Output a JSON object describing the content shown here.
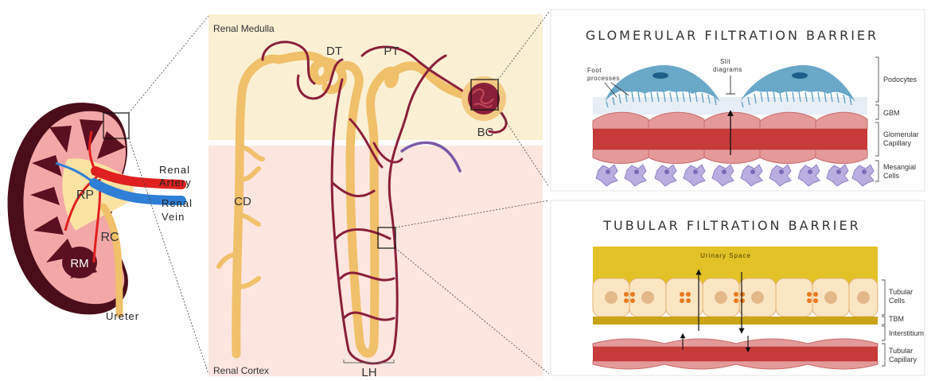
{
  "kidney": {
    "labels": {
      "rp": "RP",
      "rc": "RC",
      "rm": "RM",
      "renal_artery_1": "Renal",
      "renal_artery_2": "Artery",
      "renal_vein_1": "Renal",
      "renal_vein_2": "Vein",
      "ureter": "Ureter"
    }
  },
  "nephron": {
    "region_top": "Renal Medulla",
    "region_bottom": "Renal Cortex",
    "labels": {
      "dt": "DT",
      "pt": "PT",
      "bc": "BC",
      "cd": "CD",
      "lh": "LH"
    }
  },
  "glomerular": {
    "title": "GLOMERULAR FILTRATION BARRIER",
    "foot_1": "Foot",
    "foot_2": "processes",
    "slit_1": "Slit",
    "slit_2": "diagrams",
    "side_labels": {
      "podocytes": "Podocytes",
      "gbm": "GBM",
      "glom_cap_1": "Glomerular",
      "glom_cap_2": "Capillary",
      "mesangial_1": "Mesangial",
      "mesangial_2": "Cells"
    }
  },
  "tubular": {
    "title": "TUBULAR FILTRATION BARRIER",
    "urinary_space": "Urinary Space",
    "side_labels": {
      "tubular_cells_1": "Tubular",
      "tubular_cells_2": "Cells",
      "tbm": "TBM",
      "interstitium": "Interstitium",
      "tub_cap_1": "Tubular",
      "tub_cap_2": "Capillary"
    }
  },
  "colors": {
    "cortex": "#f3a8a8",
    "kidney_dark": "#4a0d1a",
    "artery": "#e02020",
    "vein": "#2f7fd6",
    "tubule": "#f0c06a",
    "vessel": "#8a1f3a",
    "medulla_bg": "#fbf0d4",
    "cortex_bg": "#fce6df",
    "podocyte": "#6aa8c8",
    "capillary": "#c73a3a",
    "urinary": "#e3c227"
  }
}
